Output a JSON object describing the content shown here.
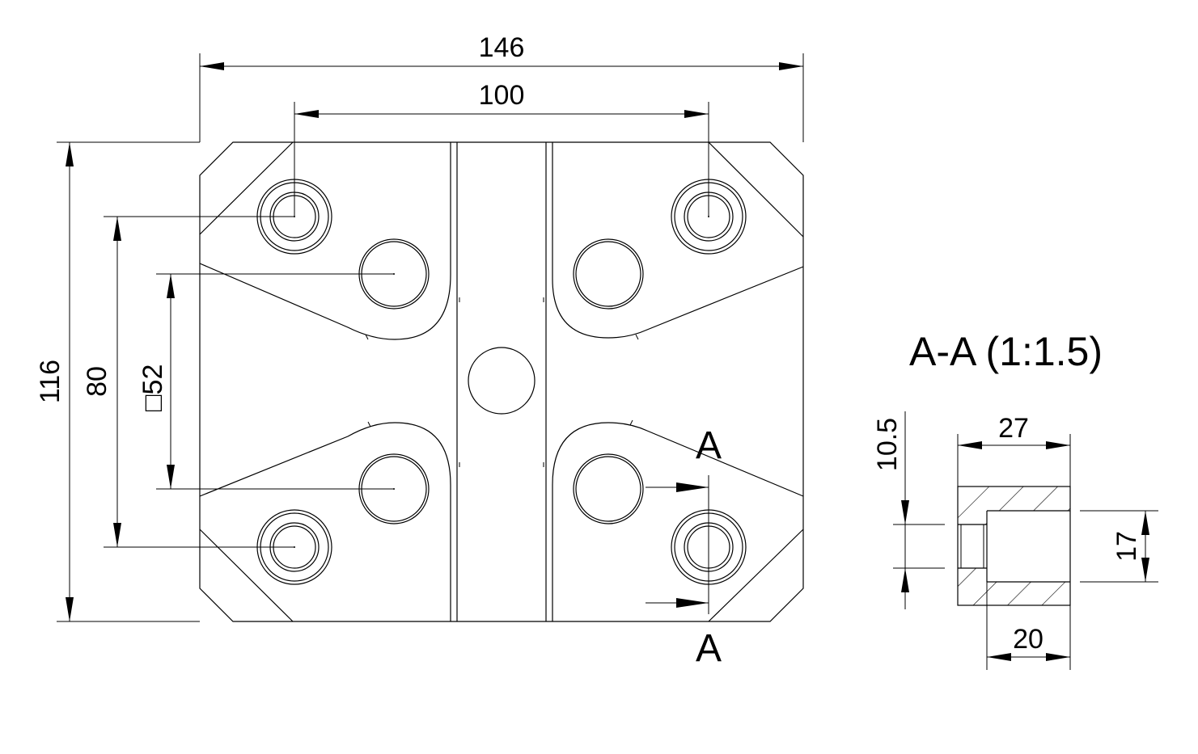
{
  "plan_view": {
    "dimensions": {
      "overall_width": "146",
      "hole_spacing_width": "100",
      "overall_height": "116",
      "hole_spacing_height": "80",
      "square_prefix": "□",
      "square_size": "52"
    },
    "section_markers": {
      "top": "A",
      "bottom": "A"
    }
  },
  "section_view": {
    "title": "A-A (1:1.5)",
    "dimensions": {
      "outer_width": "27",
      "inner_width": "20",
      "bore_height": "17",
      "small_bore": "10.5"
    }
  }
}
